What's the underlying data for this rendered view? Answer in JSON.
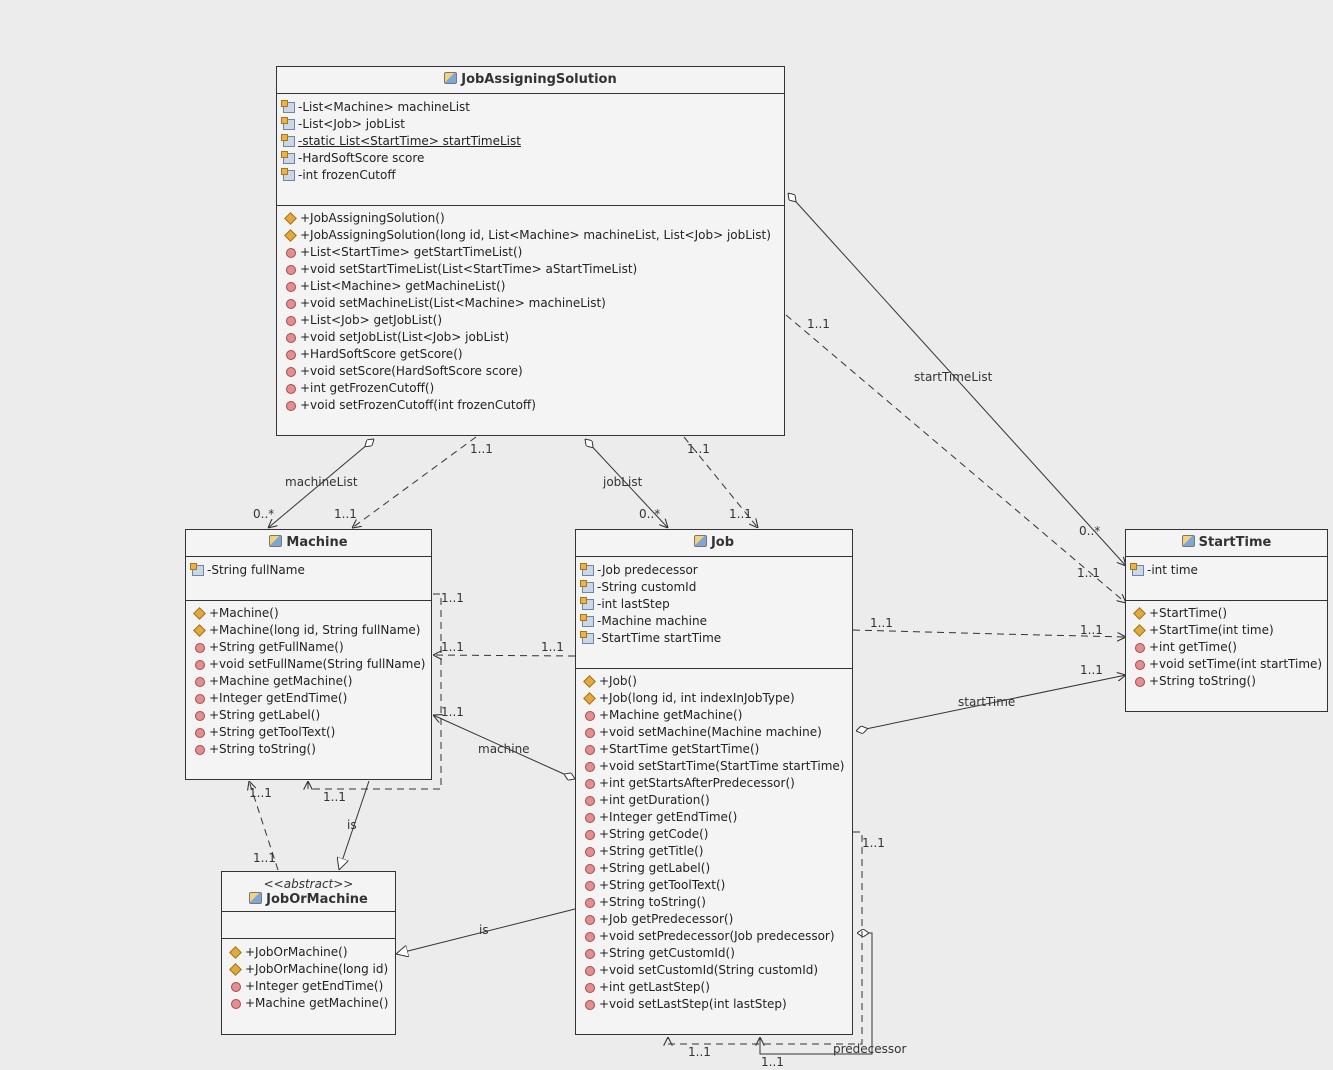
{
  "classes": {
    "jobAssigningSolution": {
      "name": "JobAssigningSolution",
      "attributes": [
        "-List<Machine> machineList",
        "-List<Job> jobList",
        "-static List<StartTime> startTimeList",
        "-HardSoftScore score",
        "-int frozenCutoff"
      ],
      "operations": [
        "+JobAssigningSolution()",
        "+JobAssigningSolution(long id, List<Machine> machineList, List<Job> jobList)",
        "+List<StartTime> getStartTimeList()",
        "+void setStartTimeList(List<StartTime> aStartTimeList)",
        "+List<Machine> getMachineList()",
        "+void setMachineList(List<Machine> machineList)",
        "+List<Job> getJobList()",
        "+void setJobList(List<Job> jobList)",
        "+HardSoftScore getScore()",
        "+void setScore(HardSoftScore score)",
        "+int getFrozenCutoff()",
        "+void setFrozenCutoff(int frozenCutoff)"
      ]
    },
    "machine": {
      "name": "Machine",
      "attributes": [
        "-String fullName"
      ],
      "operations": [
        "+Machine()",
        "+Machine(long id, String fullName)",
        "+String getFullName()",
        "+void setFullName(String fullName)",
        "+Machine getMachine()",
        "+Integer getEndTime()",
        "+String getLabel()",
        "+String getToolText()",
        "+String toString()"
      ]
    },
    "job": {
      "name": "Job",
      "attributes": [
        "-Job predecessor",
        "-String customId",
        "-int lastStep",
        "-Machine machine",
        "-StartTime startTime"
      ],
      "operations": [
        "+Job()",
        "+Job(long id, int indexInJobType)",
        "+Machine getMachine()",
        "+void setMachine(Machine machine)",
        "+StartTime getStartTime()",
        "+void setStartTime(StartTime startTime)",
        "+int getStartsAfterPredecessor()",
        "+int getDuration()",
        "+Integer getEndTime()",
        "+String getCode()",
        "+String getTitle()",
        "+String getLabel()",
        "+String getToolText()",
        "+String toString()",
        "+Job getPredecessor()",
        "+void setPredecessor(Job predecessor)",
        "+String getCustomId()",
        "+void setCustomId(String customId)",
        "+int getLastStep()",
        "+void setLastStep(int lastStep)"
      ]
    },
    "startTime": {
      "name": "StartTime",
      "attributes": [
        "-int time"
      ],
      "operations": [
        "+StartTime()",
        "+StartTime(int time)",
        "+int getTime()",
        "+void setTime(int startTime)",
        "+String toString()"
      ]
    },
    "jobOrMachine": {
      "stereotype": "<<abstract>>",
      "name": "JobOrMachine",
      "attributes": [],
      "operations": [
        "+JobOrMachine()",
        "+JobOrMachine(long id)",
        "+Integer getEndTime()",
        "+Machine getMachine()"
      ]
    }
  },
  "labels": {
    "machineList": "machineList",
    "jobList": "jobList",
    "startTimeList": "startTimeList",
    "startTime": "startTime",
    "machine": "machine",
    "predecessor": "predecessor",
    "is": "is",
    "many": "0..*",
    "one": "1..1"
  }
}
